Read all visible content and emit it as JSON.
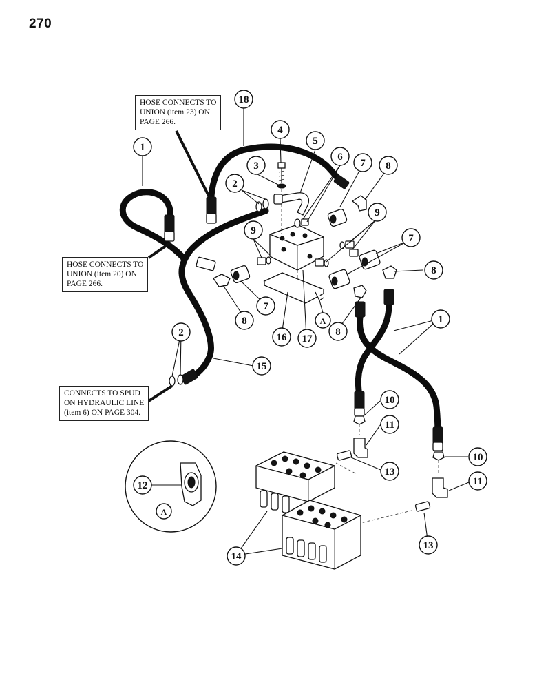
{
  "page_number": "270",
  "notes": {
    "hose_union_23": [
      "HOSE CONNECTS TO",
      "UNION (item 23) ON",
      "PAGE 266."
    ],
    "hose_union_20": [
      "HOSE CONNECTS TO",
      "UNION (item 20) ON",
      "PAGE 266."
    ],
    "spud": [
      "CONNECTS TO SPUD",
      "ON HYDRAULIC LINE",
      "(item 6) ON PAGE 304."
    ]
  },
  "callouts": {
    "c1a": "1",
    "c1b": "1",
    "c2a": "2",
    "c2b": "2",
    "c3": "3",
    "c4": "4",
    "c5": "5",
    "c6": "6",
    "c7a": "7",
    "c7b": "7",
    "c7c": "7",
    "c8a": "8",
    "c8b": "8",
    "c8c": "8",
    "c8d": "8",
    "c9a": "9",
    "c9b": "9",
    "c10a": "10",
    "c10b": "10",
    "c11a": "11",
    "c11b": "11",
    "c12": "12",
    "c13a": "13",
    "c13b": "13",
    "c14": "14",
    "c15": "15",
    "c16": "16",
    "c17": "17",
    "c18": "18"
  },
  "detail_letters": {
    "a1": "A",
    "a2": "A"
  }
}
